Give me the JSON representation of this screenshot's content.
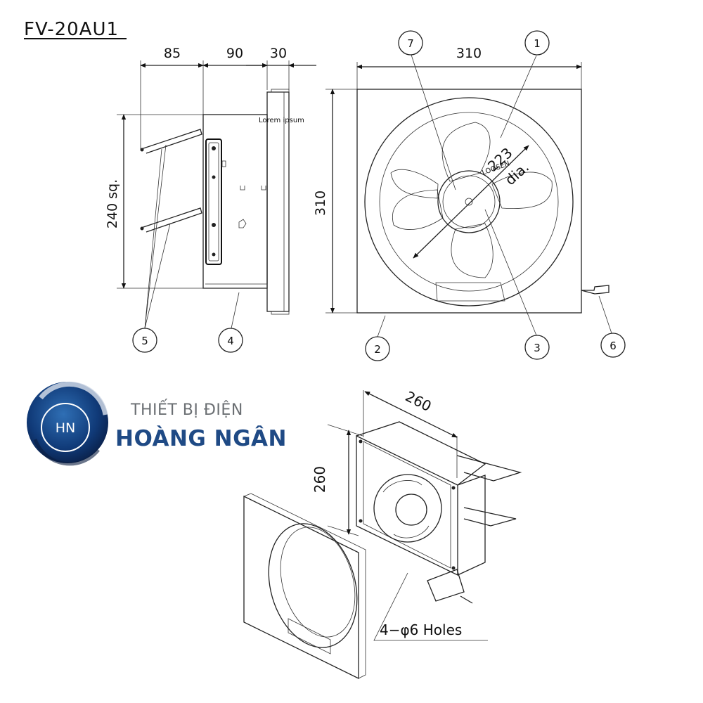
{
  "title": "FV-20AU1",
  "dimensions": {
    "side_depth_1": "85",
    "side_depth_2": "90",
    "side_depth_3": "30",
    "side_height": "240 sq.",
    "front_width": "310",
    "front_height": "310",
    "blade_diameter_value": "223",
    "blade_diameter_unit": "dia.",
    "iso_width": "260",
    "iso_height": "260"
  },
  "callouts": [
    "1",
    "2",
    "3",
    "4",
    "5",
    "6",
    "7"
  ],
  "side_label": "Lorem ipsum",
  "holes_label": "4−φ6 Holes",
  "hub_text": "LOOSEN",
  "brand": {
    "logo_text": "HN",
    "line1": "THIẾT BỊ ĐIỆN",
    "line2": "HOÀNG NGÂN",
    "primary_color": "#1f4a85",
    "secondary_color": "#6b6f73"
  }
}
